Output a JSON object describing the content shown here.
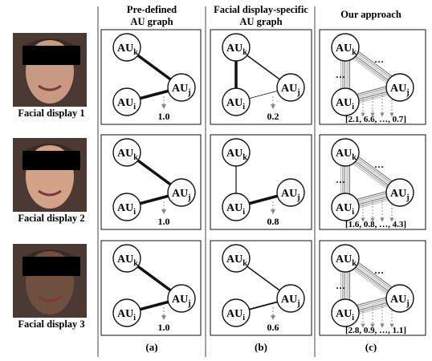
{
  "headers": {
    "col_a": [
      "Pre-defined",
      "AU graph"
    ],
    "col_b": [
      "Facial display-specific",
      "AU graph"
    ],
    "col_c": [
      "Our approach"
    ]
  },
  "captions": {
    "a": "(a)",
    "b": "(b)",
    "c": "(c)"
  },
  "nodes": {
    "k": "k",
    "i": "i",
    "j": "j",
    "au": "AU"
  },
  "rows": [
    {
      "label": "Facial display 1",
      "val_a": "1.0",
      "val_b": "0.2",
      "vec_c": "[2.1, 6.6, …, 0.7]",
      "face_tone": "#c89a82"
    },
    {
      "label": "Facial display 2",
      "val_a": "1.0",
      "val_b": "0.8",
      "vec_c": "[1.6, 0.8, …, 4.3]",
      "face_tone": "#d2a386"
    },
    {
      "label": "Facial display 3",
      "val_a": "1.0",
      "val_b": "0.6",
      "vec_c": "[2.8, 0.9, …, 1.1]",
      "face_tone": "#6e4f40"
    }
  ],
  "icons": {
    "ellipsis": "…"
  }
}
